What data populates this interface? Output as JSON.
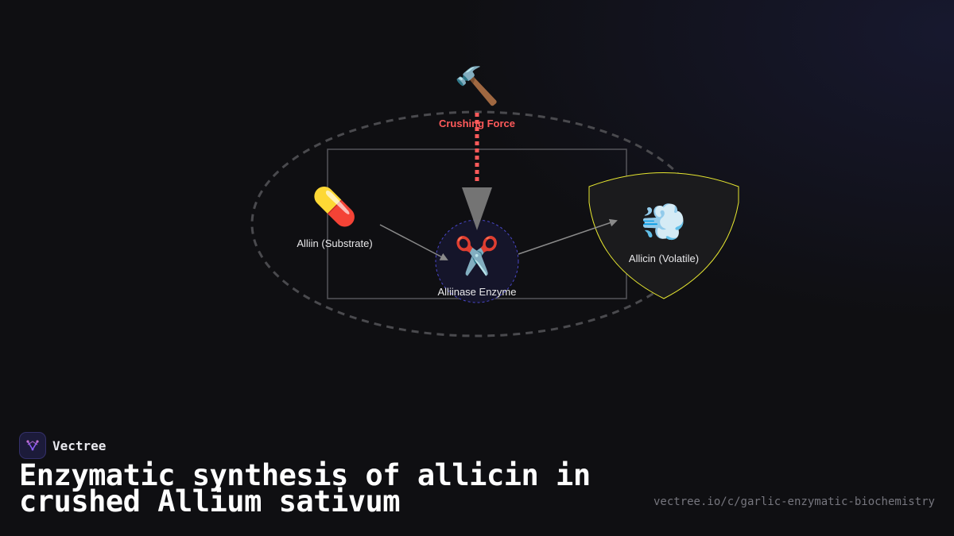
{
  "diagram": {
    "nodes": {
      "force": {
        "label": "Crushing Force",
        "icon": "hammer-icon",
        "glyph": "🔨",
        "color": "#ff5a5a"
      },
      "substrate": {
        "label": "Alliin (Substrate)",
        "icon": "pill-icon",
        "glyph": "💊"
      },
      "enzyme": {
        "label": "Alliinase Enzyme",
        "icon": "scissors-icon",
        "glyph": "✂️",
        "ring_color": "#4a47c8"
      },
      "product": {
        "label": "Allicin (Volatile)",
        "icon": "dash-icon",
        "glyph": "💨",
        "outline_color": "#e6e630"
      }
    },
    "edges": [
      {
        "from": "force",
        "to": "enzyme",
        "style": "dotted",
        "color": "#ff5a5a"
      },
      {
        "from": "substrate",
        "to": "enzyme",
        "style": "solid",
        "color": "#8a8a8a"
      },
      {
        "from": "enzyme",
        "to": "product",
        "style": "solid",
        "color": "#8a8a8a"
      }
    ]
  },
  "brand": {
    "name": "Vectree",
    "logo_icon": "vectree-logo-icon",
    "accent": "#8b5cf6"
  },
  "title": "Enzymatic synthesis of allicin in crushed Allium sativum",
  "source_url": "vectree.io/c/garlic-enzymatic-biochemistry"
}
